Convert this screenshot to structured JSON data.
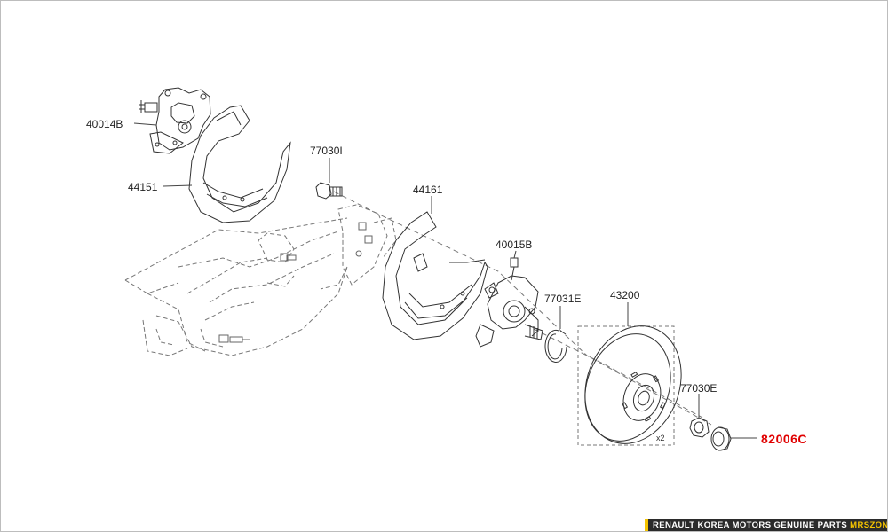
{
  "parts": [
    {
      "id": "p-40014b",
      "label": "40014B"
    },
    {
      "id": "p-44151",
      "label": "44151"
    },
    {
      "id": "p-77030i",
      "label": "77030I"
    },
    {
      "id": "p-44161",
      "label": "44161"
    },
    {
      "id": "p-40015b",
      "label": "40015B"
    },
    {
      "id": "p-77031e",
      "label": "77031E"
    },
    {
      "id": "p-43200",
      "label": "43200"
    },
    {
      "id": "p-77030e",
      "label": "77030E"
    },
    {
      "id": "p-82006c",
      "label": "82006C",
      "highlighted": true
    }
  ],
  "quantity_note": "x2",
  "footer": {
    "text": "RENAULT KOREA MOTORS GENUINE PARTS ",
    "brand": "MRSZONE"
  },
  "colors": {
    "highlight": "#e00000",
    "line": "#555555",
    "footer_bg": "#2b2b2b",
    "footer_brand": "#f5c400"
  }
}
